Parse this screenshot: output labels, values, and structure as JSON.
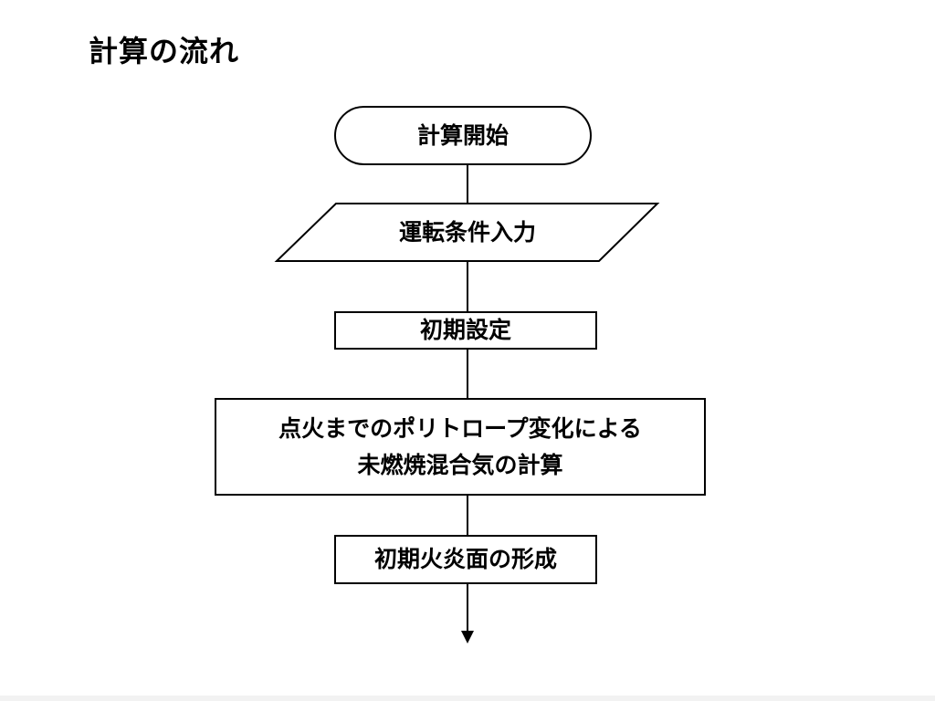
{
  "title": "計算の流れ",
  "flowchart": {
    "start": "計算開始",
    "input": "運転条件入力",
    "init": "初期設定",
    "calc_line1": "点火までのポリトロープ変化による",
    "calc_line2": "未燃焼混合気の計算",
    "flame": "初期火炎面の形成"
  },
  "colors": {
    "stroke": "#000000",
    "fill": "#ffffff",
    "text": "#000000"
  }
}
